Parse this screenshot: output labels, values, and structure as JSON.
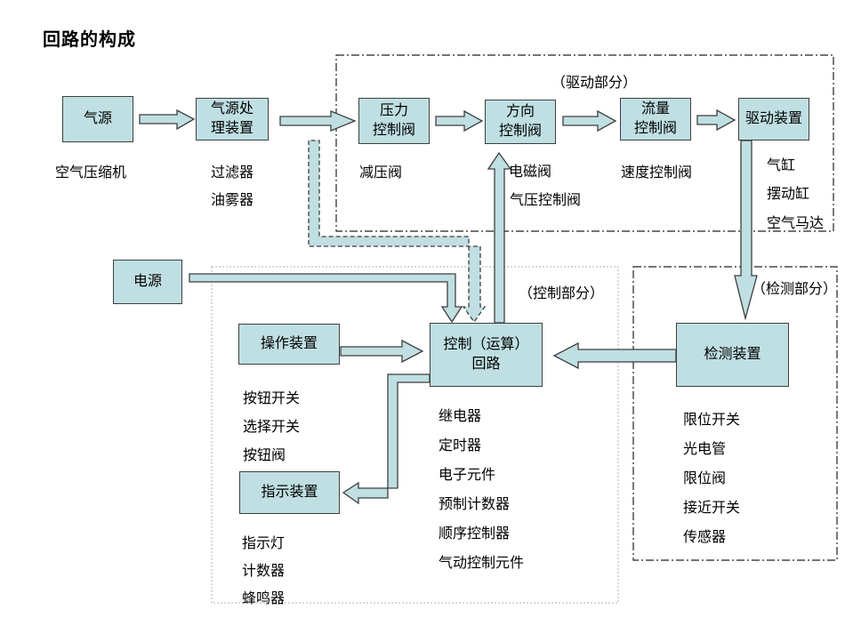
{
  "title": "回路的构成",
  "colors": {
    "box_fill": "#bfdfe2",
    "box_border": "#3f3f3f",
    "arrow_fill": "#bfdfe2",
    "arrow_outline": "#3f3f3f",
    "section_border_dark": "#222222",
    "section_border_light": "#b0b0b0"
  },
  "sections": {
    "drive": "（驱动部分）",
    "control": "（控制部分）",
    "detect": "（检测部分）"
  },
  "boxes": {
    "air_source": "气源",
    "air_treatment": "气源处\n理装置",
    "pressure_valve": "压力\n控制阀",
    "direction_valve": "方向\n控制阀",
    "flow_valve": "流量\n控制阀",
    "drive_device": "驱动装置",
    "power": "电源",
    "operation": "操作装置",
    "control_circuit": "控制（运算）\n回路",
    "indicator": "指示装置",
    "detection": "检测装置"
  },
  "captions": {
    "air_compressor": "空气压缩机",
    "filter": "过滤器",
    "oiler": "油雾器",
    "reducing_valve": "减压阀",
    "solenoid_valve": "电磁阀",
    "pneumatic_control_valve": "气压控制阀",
    "speed_control_valve": "速度控制阀",
    "cylinder": "气缸",
    "swing_cylinder": "摆动缸",
    "air_motor": "空气马达"
  },
  "lists": {
    "operation": [
      "按钮开关",
      "选择开关",
      "按钮阀"
    ],
    "control": [
      "继电器",
      "定时器",
      "电子元件",
      "预制计数器",
      "顺序控制器",
      "气动控制元件"
    ],
    "indicator": [
      "指示灯",
      "计数器",
      "蜂鸣器"
    ],
    "detection": [
      "限位开关",
      "光电管",
      "限位阀",
      "接近开关",
      "传感器"
    ]
  }
}
